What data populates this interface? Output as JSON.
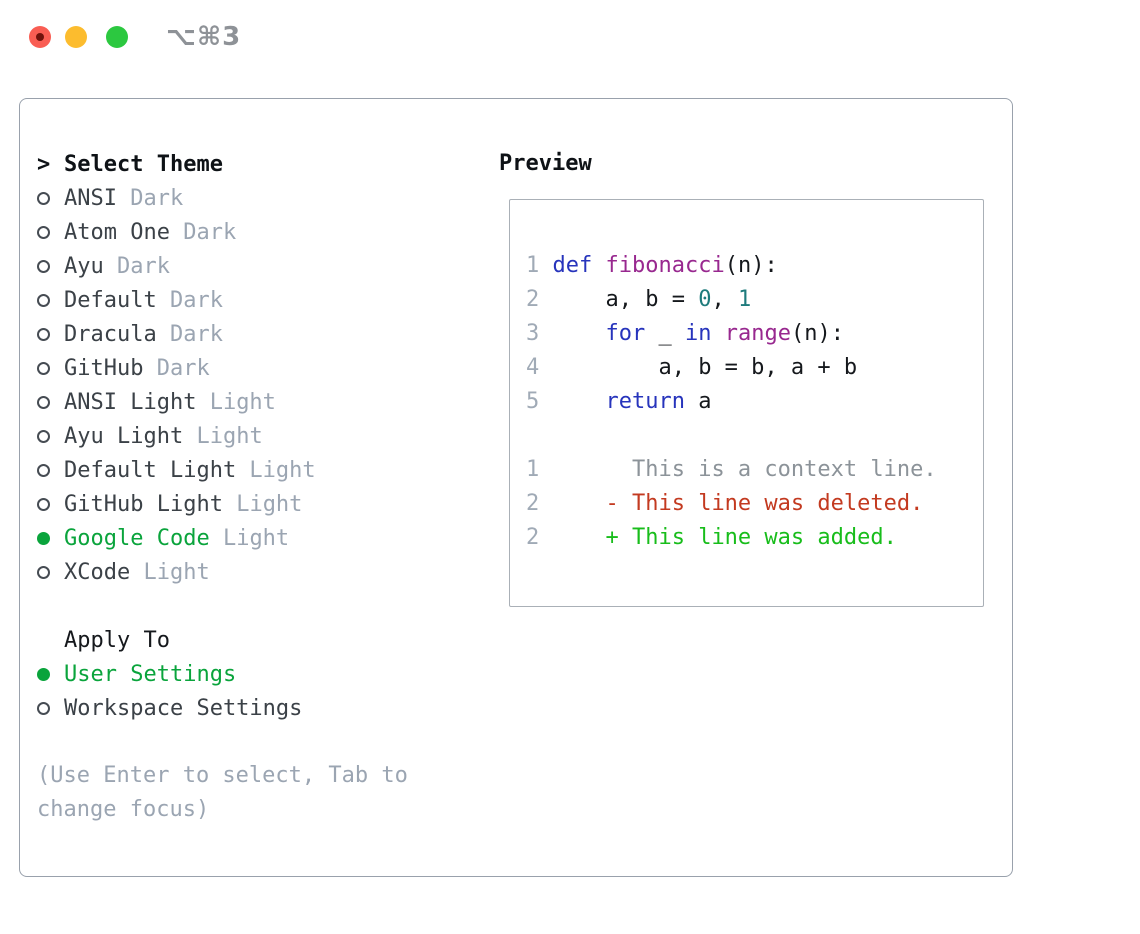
{
  "window": {
    "title": "⌥⌘3"
  },
  "colors": {
    "accent_green": "#0aa43c",
    "diff_added": "#18bd1b",
    "diff_deleted": "#c33a20",
    "diff_context": "#8c9399",
    "keyword": "#2734bc",
    "function": "#98288f",
    "number": "#1e7b7c",
    "code_default": "#15181c",
    "line_number": "#a0aab6",
    "text_muted": "#9ba5b2",
    "panel_border": "#99a1ac"
  },
  "theme_panel": {
    "header": {
      "marker": ">",
      "label": "Select Theme"
    },
    "themes": [
      {
        "name": "ANSI",
        "variant": "Dark",
        "selected": false
      },
      {
        "name": "Atom One",
        "variant": "Dark",
        "selected": false
      },
      {
        "name": "Ayu",
        "variant": "Dark",
        "selected": false
      },
      {
        "name": "Default",
        "variant": "Dark",
        "selected": false
      },
      {
        "name": "Dracula",
        "variant": "Dark",
        "selected": false
      },
      {
        "name": "GitHub",
        "variant": "Dark",
        "selected": false
      },
      {
        "name": "ANSI Light",
        "variant": "Light",
        "selected": false
      },
      {
        "name": "Ayu Light",
        "variant": "Light",
        "selected": false
      },
      {
        "name": "Default Light",
        "variant": "Light",
        "selected": false
      },
      {
        "name": "GitHub Light",
        "variant": "Light",
        "selected": false
      },
      {
        "name": "Google Code",
        "variant": "Light",
        "selected": true
      },
      {
        "name": "XCode",
        "variant": "Light",
        "selected": false
      }
    ],
    "apply_to": {
      "label": "Apply To",
      "options": [
        {
          "name": "User Settings",
          "selected": true
        },
        {
          "name": "Workspace Settings",
          "selected": false
        }
      ]
    },
    "help_lines": [
      "(Use Enter to select, Tab to",
      "change focus)"
    ]
  },
  "preview": {
    "title": "Preview",
    "code_lines": [
      {
        "num": "1",
        "segments": [
          {
            "text": "def",
            "color": "keyword"
          },
          {
            "text": " ",
            "color": "code_default"
          },
          {
            "text": "fibonacci",
            "color": "function"
          },
          {
            "text": "(n):",
            "color": "code_default"
          }
        ]
      },
      {
        "num": "2",
        "segments": [
          {
            "text": "    a, b = ",
            "color": "code_default"
          },
          {
            "text": "0",
            "color": "number"
          },
          {
            "text": ", ",
            "color": "code_default"
          },
          {
            "text": "1",
            "color": "number"
          }
        ]
      },
      {
        "num": "3",
        "segments": [
          {
            "text": "    ",
            "color": "code_default"
          },
          {
            "text": "for",
            "color": "keyword"
          },
          {
            "text": " _ ",
            "color": "code_default"
          },
          {
            "text": "in",
            "color": "keyword"
          },
          {
            "text": " ",
            "color": "code_default"
          },
          {
            "text": "range",
            "color": "function"
          },
          {
            "text": "(n):",
            "color": "code_default"
          }
        ]
      },
      {
        "num": "4",
        "segments": [
          {
            "text": "        a, b = b, a + b",
            "color": "code_default"
          }
        ]
      },
      {
        "num": "5",
        "segments": [
          {
            "text": "    ",
            "color": "code_default"
          },
          {
            "text": "return",
            "color": "keyword"
          },
          {
            "text": " a",
            "color": "code_default"
          }
        ]
      },
      {
        "num": "",
        "segments": []
      },
      {
        "num": "1",
        "segments": [
          {
            "text": "      This is a context line.",
            "color": "diff_context"
          }
        ]
      },
      {
        "num": "2",
        "segments": [
          {
            "text": "    - This line was deleted.",
            "color": "diff_deleted"
          }
        ]
      },
      {
        "num": "2",
        "segments": [
          {
            "text": "    + This line was added.",
            "color": "diff_added"
          }
        ]
      }
    ]
  }
}
